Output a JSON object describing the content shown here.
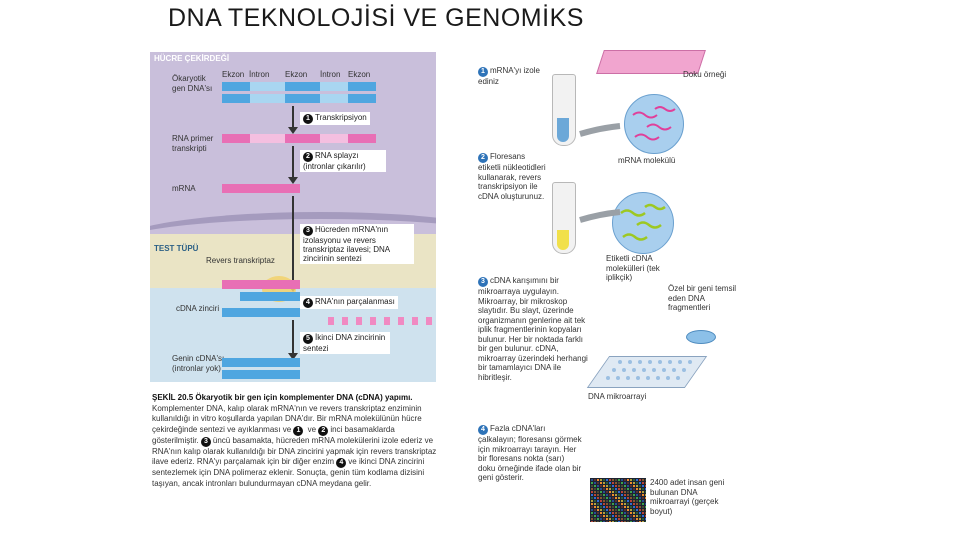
{
  "title": "DNA TEKNOLOJİSİ VE GENOMİKS",
  "left_panel": {
    "nucleus_label": "HÜCRE ÇEKİRDEĞİ",
    "tube_label": "TEST TÜPÜ",
    "dna_label": "Ökaryotik gen DNA'sı",
    "segment_labels": [
      "Ekzon",
      "İntron",
      "Ekzon",
      "İntron",
      "Ekzon"
    ],
    "rna_label": "RNA primer transkripti",
    "mrna_label": "mRNA",
    "reverse_label": "Revers transkriptaz",
    "cdna_label": "cDNA zinciri",
    "gene_cdna_label": "Genin cDNA'sı (intronlar yok)",
    "step1": "Transkripsiyon",
    "step2": "RNA splayzı (intronlar çıkarılır)",
    "step3": "Hücreden mRNA'nın izolasyonu ve revers transkriptaz ilavesi; DNA zincirinin sentezi",
    "step4": "RNA'nın parçalanması",
    "step5": "İkinci DNA zincirinin sentezi"
  },
  "caption": {
    "bold": "ŞEKİL 20.5 Ökaryotik bir gen için komplementer DNA (cDNA) yapımı.",
    "text": "Komplementer DNA, kalıp olarak mRNA'nın ve revers transkriptaz enziminin kullanıldığı in vitro koşullarda yapılan DNA'dır. Bir mRNA molekülünün hücre çekirdeğinde sentezi ve ayıklanması ve ",
    "text2": "inci basamaklarda gösterilmiştir. ",
    "text3": "üncü basamakta, hücreden mRNA molekülerini izole ederiz ve RNA'nın kalıp olarak kullanıldığı bir DNA zincirini yapmak için revers transkriptaz ilave ederiz. RNA'yı parçalamak için bir diğer enzim ",
    "text4": "ve ikinci DNA zincirini sentezlemek için DNA polimeraz eklenir. Sonuçta, genin tüm kodlama dizisini taşıyan, ancak intronları bulundurmayan cDNA meydana gelir.",
    "n1": "1",
    "n2": "2",
    "n3": "3",
    "n4": "4"
  },
  "right_panel": {
    "step1": "mRNA'yı izole ediniz",
    "tissue_label": "Doku örneği",
    "mrna_label": "mRNA molekülü",
    "step2": "Floresans etiketli nükleotidleri kullanarak, revers transkripsiyon ile cDNA oluşturunuz.",
    "cdna_label": "Etiketli cDNA molekülleri (tek iplikçik)",
    "step3": "cDNA karışımını bir mikroarraya uygulayın. Mikroarray, bir mikroskop slaytıdır. Bu slayt, üzerinde organizmanın genlerine ait tek iplik fragmentlerinin kopyaları bulunur. Her bir noktada farklı bir gen bulunur. cDNA, mikroarray üzerindeki herhangi bir tamamlayıcı DNA ile hibritleşir.",
    "specific_label": "Özel bir geni temsil eden DNA fragmentleri",
    "microarray_label": "DNA mikroarrayi",
    "step4": "Fazla cDNA'ları çalkalayın; floresansı görmek için mikroarrayı tarayın. Her bir floresans nokta (sarı) doku örneğinde ifade olan bir geni gösterir.",
    "grid_label": "2400 adet insan geni bulunan DNA mikroarrayi (gerçek boyut)",
    "n1": "1",
    "n2": "2",
    "n3": "3",
    "n4": "4"
  },
  "colors": {
    "exon": "#4fa6e0",
    "intron": "#a9d6f1",
    "rna": "#e86fb5",
    "step_number": "#2e73b8",
    "nucleus": "#c9bfdb",
    "tube": "#cfe2ee"
  }
}
